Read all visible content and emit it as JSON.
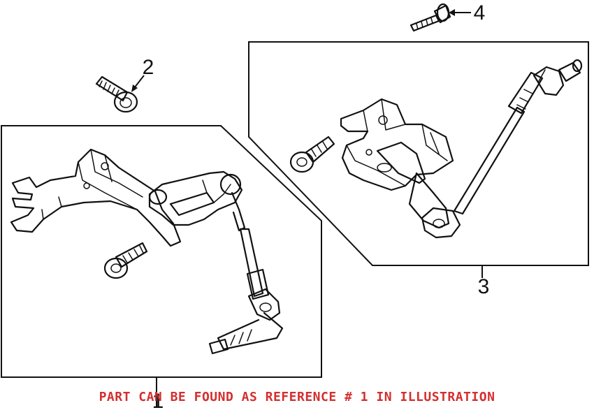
{
  "callouts": {
    "c1": "1",
    "c2": "2",
    "c3": "3",
    "c4": "4"
  },
  "note": {
    "text": "PART CAN BE FOUND AS REFERENCE # 1 IN ILLUSTRATION",
    "color": "#d32f2f"
  }
}
